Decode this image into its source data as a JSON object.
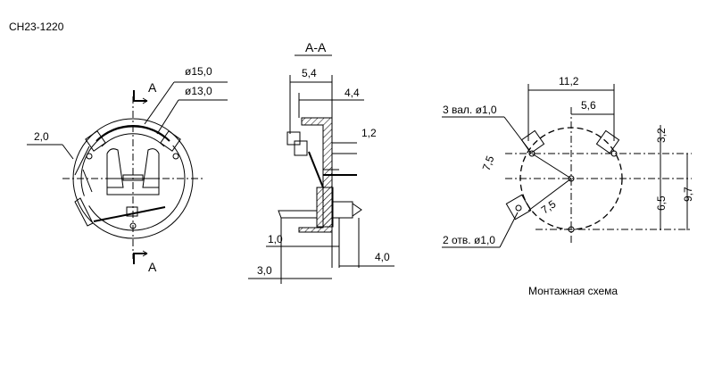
{
  "part_number": "СН23-1220",
  "front_view": {
    "section_mark_top": "А",
    "section_mark_bottom": "А",
    "dim_outer_diameter": "ø15,0",
    "dim_inner_diameter": "ø13,0",
    "dim_width": "2,0"
  },
  "section_view": {
    "title": "А-А",
    "dim_top_left": "5,4",
    "dim_top_right": "4,4",
    "dim_mid": "1,2",
    "dim_bottom_left": "1,0",
    "dim_bottom_mid": "3,0",
    "dim_bottom_right": "4,0"
  },
  "mounting_scheme": {
    "caption": "Монтажная схема",
    "dim_width": "11,2",
    "dim_offset": "5,6",
    "dim_right_top": "3,2",
    "dim_right_mid": "6,5",
    "dim_right_total": "9,7",
    "dim_radius_top": "7,5",
    "dim_radius_bottom": "7,5",
    "label_shafts": "3 вал. ø1,0",
    "label_holes": "2 отв. ø1,0"
  }
}
